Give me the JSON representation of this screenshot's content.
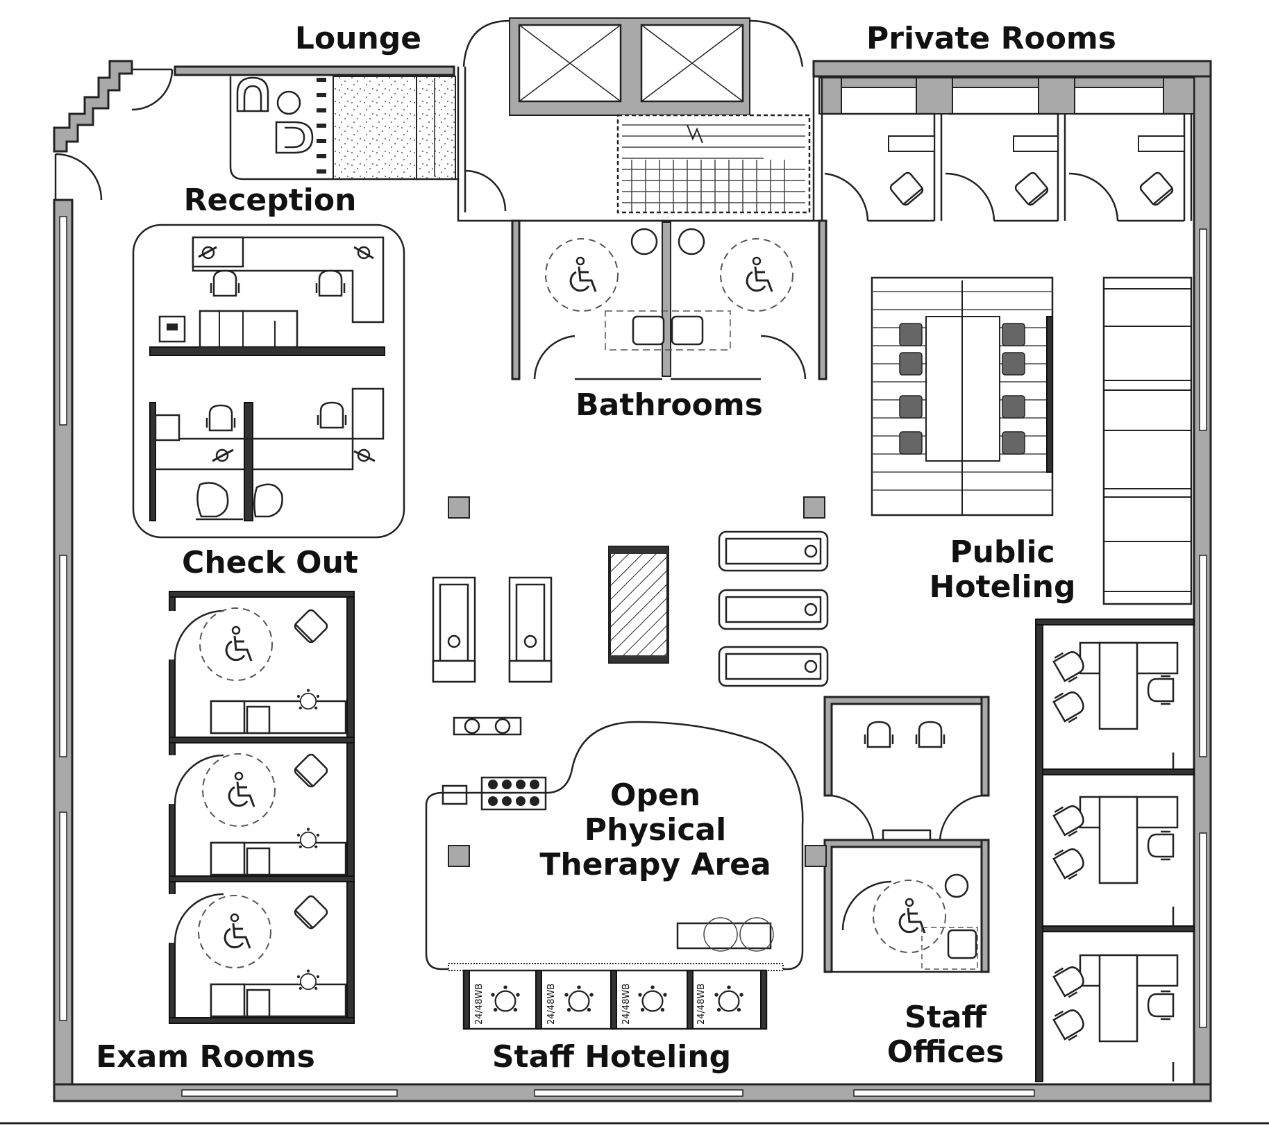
{
  "floor_plan": {
    "labels": {
      "lounge": "Lounge",
      "private_rooms": "Private Rooms",
      "reception": "Reception",
      "bathrooms": "Bathrooms",
      "check_out": "Check Out",
      "public_hoteling_line1": "Public",
      "public_hoteling_line2": "Hoteling",
      "open_pt_line1": "Open",
      "open_pt_line2": "Physical",
      "open_pt_line3": "Therapy Area",
      "staff_offices_line1": "Staff",
      "staff_offices_line2": "Offices",
      "exam_rooms": "Exam Rooms",
      "staff_hoteling": "Staff Hoteling"
    },
    "workstation_tag": "24/48WB",
    "colors": {
      "wall": "#a9a9a9",
      "line": "#222222",
      "background": "#ffffff"
    },
    "icons": [
      "wheelchair-icon",
      "chair-icon",
      "toilet-icon",
      "sink-icon",
      "treadmill-icon",
      "elevator-icon",
      "stairs-icon"
    ]
  }
}
